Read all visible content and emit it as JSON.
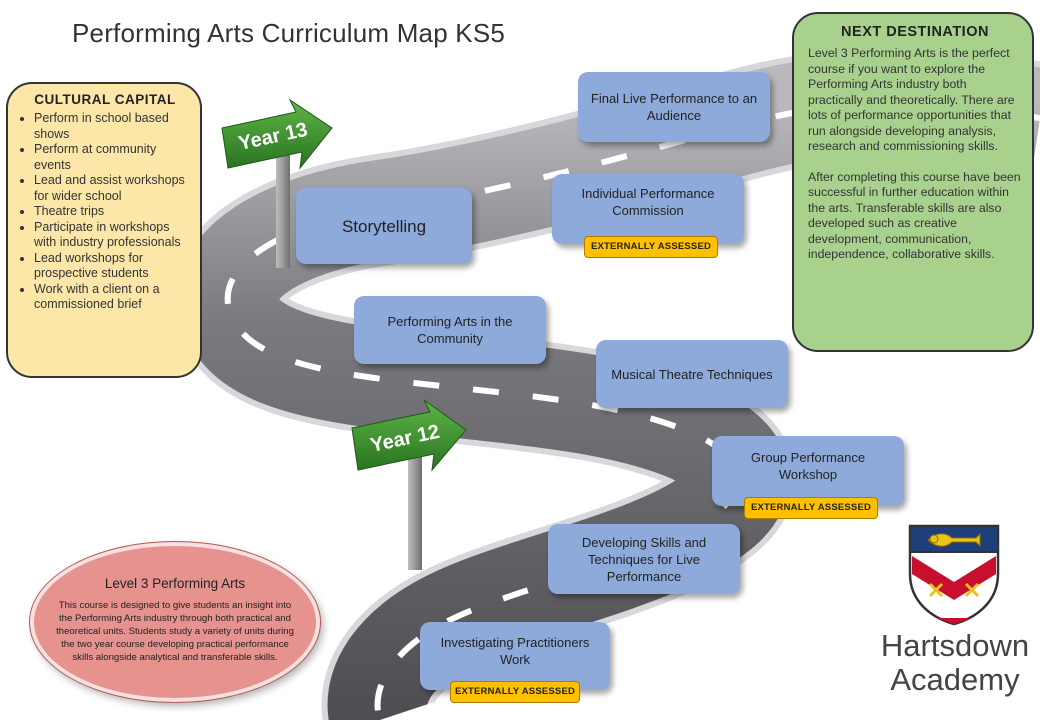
{
  "title": "Performing Arts Curriculum Map KS5",
  "cultural_capital": {
    "heading": "CULTURAL CAPITAL",
    "items": [
      "Perform in school based shows",
      "Perform at community events",
      "Lead and assist workshops for wider school",
      "Theatre trips",
      "Participate in workshops with industry professionals",
      "Lead workshops for prospective students",
      "Work with a client on a commissioned brief"
    ]
  },
  "next_destination": {
    "heading": "NEXT DESTINATION",
    "para1": "Level 3 Performing Arts is the perfect course if you want to explore the Performing Arts industry both practically and theoretically. There are lots of performance opportunities that run alongside developing analysis, research and commissioning skills.",
    "para2": "After completing this course have been successful in further education within the arts. Transferable skills are also developed such as creative development, communication, independence, collaborative skills."
  },
  "signs": {
    "year13": "Year 13",
    "year12": "Year 12"
  },
  "units": {
    "final_live": "Final Live Performance to an Audience",
    "individual": "Individual Performance Commission",
    "storytelling": "Storytelling",
    "community": "Performing Arts in the Community",
    "musical_theatre": "Musical Theatre Techniques",
    "group_workshop": "Group Performance Workshop",
    "developing_skills": "Developing Skills and Techniques for Live Performance",
    "investigating": "Investigating Practitioners Work"
  },
  "badge_text": "EXTERNALLY ASSESSED",
  "course": {
    "title": "Level 3 Performing Arts",
    "description": "This course is designed to give students an insight into the Performing Arts industry through both practical and theoretical units. Students study a variety of units during the two year course developing practical performance skills alongside analytical and transferable skills."
  },
  "school": {
    "line1": "Hartsdown",
    "line2": "Academy"
  },
  "colors": {
    "road": "#5f5f63",
    "unit_box": "#8eaadb",
    "badge": "#ffc000",
    "cultural_panel": "#fde7a8",
    "destination_panel": "#a9d18e",
    "course_oval": "#e6928f",
    "sign": "#3a8a2a"
  }
}
